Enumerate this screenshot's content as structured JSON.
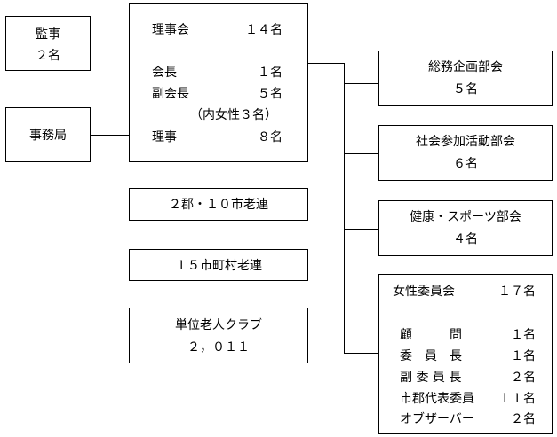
{
  "auditor": {
    "title": "監事",
    "count": "２名"
  },
  "secretariat": {
    "title": "事務局"
  },
  "board": {
    "title": "理事会",
    "title_count": "１４名",
    "rows": [
      {
        "label": "会長",
        "count": "１名"
      },
      {
        "label": "副会長",
        "count": "５名"
      },
      {
        "note": "（内女性３名）"
      },
      {
        "label": "理事",
        "count": "８名"
      }
    ]
  },
  "chain": {
    "gun_city": "２郡・１０市老連",
    "municipal": "１５市町村老連",
    "club_title": "単位老人クラブ",
    "club_count": "２，０１１"
  },
  "departments": [
    {
      "title": "総務企画部会",
      "count": "５名"
    },
    {
      "title": "社会参加活動部会",
      "count": "６名"
    },
    {
      "title": "健康・スポーツ部会",
      "count": "４名"
    }
  ],
  "women_committee": {
    "title": "女性委員会",
    "title_count": "１７名",
    "rows": [
      {
        "label": "顧　　　問",
        "count": "１名"
      },
      {
        "label": "委　員　長",
        "count": "１名"
      },
      {
        "label": "副 委 員 長",
        "count": "２名"
      },
      {
        "label": "市郡代表委員",
        "count": "１１名"
      },
      {
        "label": "オブザーバー",
        "count": "２名"
      }
    ]
  }
}
